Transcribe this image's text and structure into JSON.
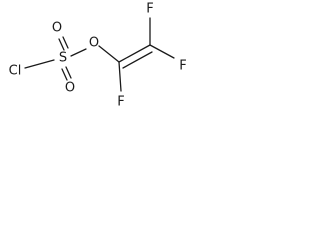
{
  "molecule": {
    "atoms": {
      "cl": "Cl",
      "s": "S",
      "o_top": "O",
      "o_bottom": "O",
      "o_ester": "O",
      "f_top": "F",
      "f_right": "F",
      "f_bottom": "F"
    }
  }
}
